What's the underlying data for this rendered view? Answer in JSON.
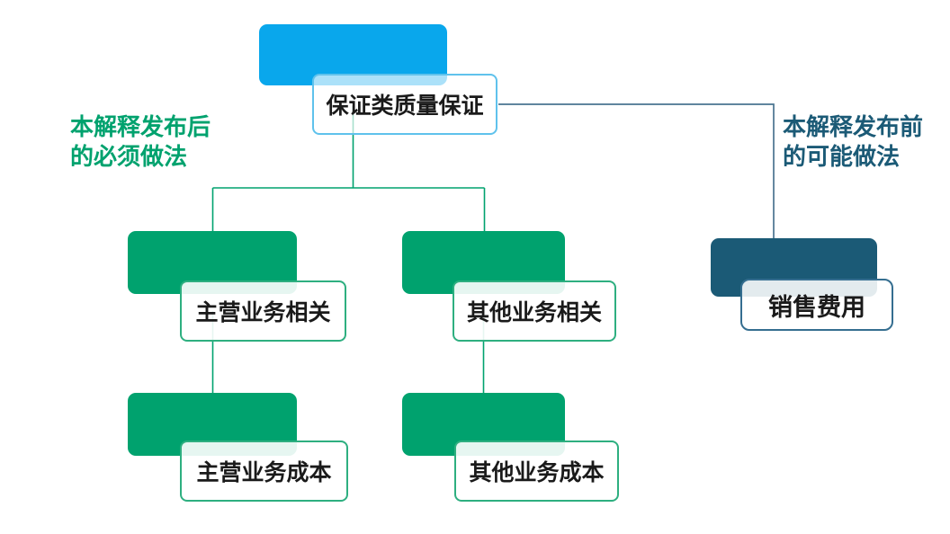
{
  "colors": {
    "blue": "#09A7EC",
    "blue_border": "#5FC2EC",
    "green": "#00A26E",
    "green_border": "#2EAF80",
    "dark_teal": "#1B5A76",
    "dark_border": "#356E90",
    "elbow_line": "#4A7490",
    "text": "#1A1A1A"
  },
  "annotations": {
    "after": {
      "line1": "本解释发布后",
      "line2": "的必须做法"
    },
    "before": {
      "line1": "本解释发布前",
      "line2": "的可能做法"
    }
  },
  "nodes": {
    "root": {
      "label": "保证类质量保证"
    },
    "main_related": {
      "label": "主营业务相关"
    },
    "other_related": {
      "label": "其他业务相关"
    },
    "main_cost": {
      "label": "主营业务成本"
    },
    "other_cost": {
      "label": "其他业务成本"
    },
    "selling_expense": {
      "label": "销售费用"
    }
  }
}
